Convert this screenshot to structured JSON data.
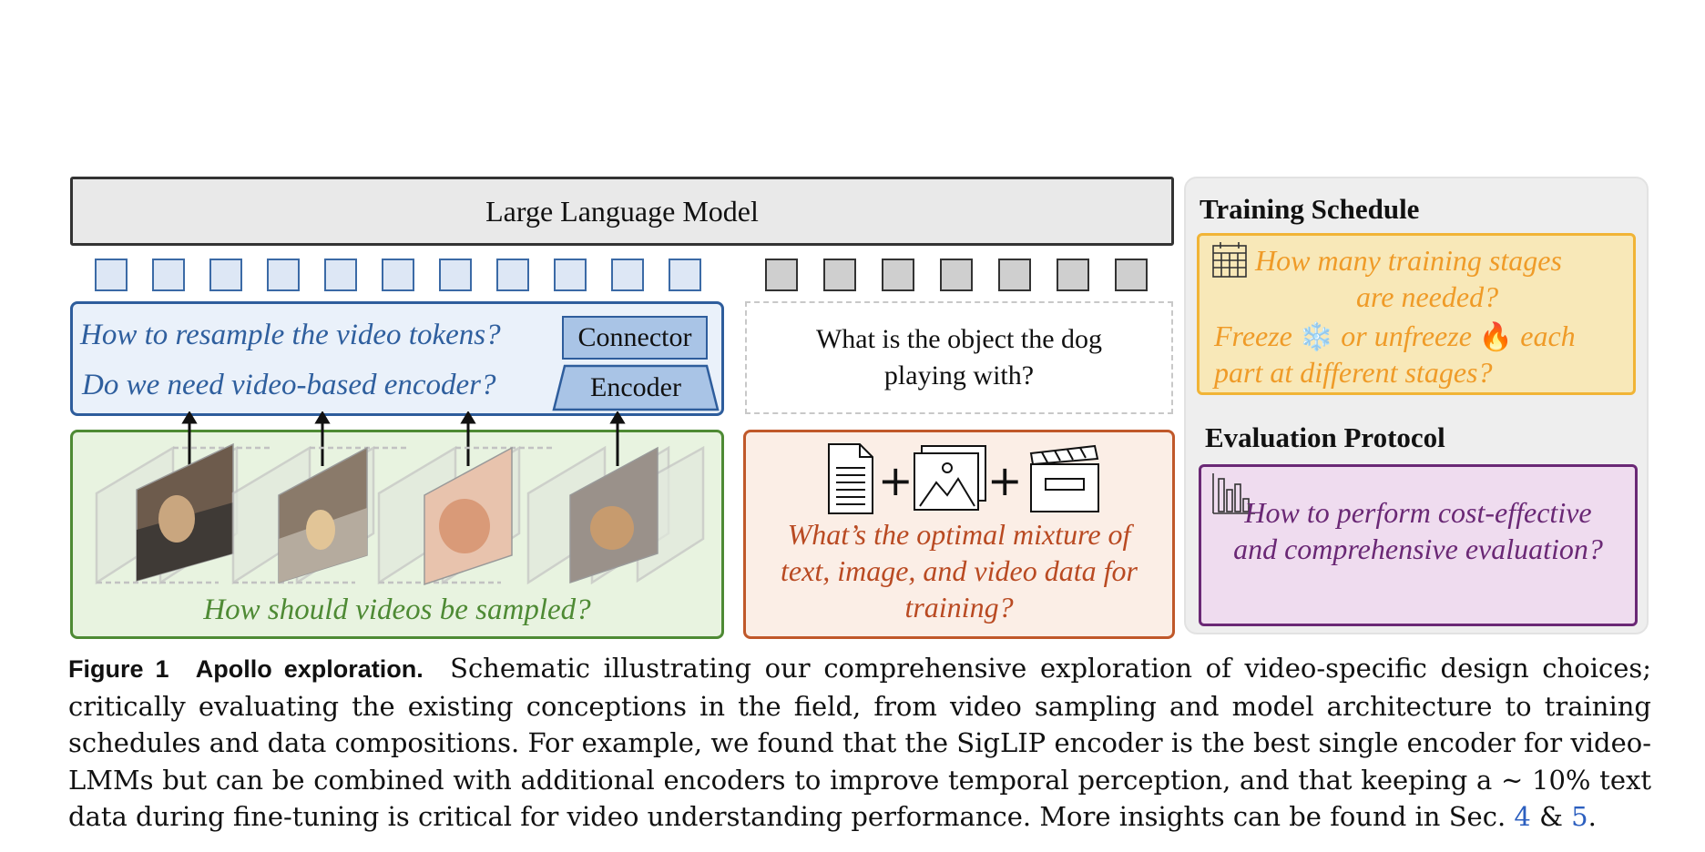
{
  "figure": {
    "llm_label": "Large Language Model",
    "connector_label": "Connector",
    "encoder_label": "Encoder",
    "question_resample": "How to resample the video tokens?",
    "question_encoder": "Do we need video-based encoder?",
    "text_query": "What is the object the dog playing with?",
    "question_sampling": "How should videos be sampled?",
    "question_mixture": "What’s the optimal mixture of text, image, and video data for training?",
    "training_schedule": {
      "title": "Training Schedule",
      "q1_line1": "How many training stages",
      "q1_line2": "are needed?",
      "q2_freeze": "Freeze",
      "q2_snow": "❄️",
      "q2_unfreeze": "or unfreeze",
      "q2_fire": "🔥",
      "q2_each": "each",
      "q2_line2": "part at different stages?"
    },
    "evaluation_protocol": {
      "title": "Evaluation Protocol",
      "question": "How to perform cost-effective and comprehensive evaluation?"
    },
    "colors": {
      "blue": "#2f5f9e",
      "green": "#4e8a34",
      "orange": "#c0582a",
      "yellow": "#f1b436",
      "purple": "#6a2875"
    }
  },
  "caption": {
    "label": "Figure 1",
    "title": "Apollo exploration.",
    "body": "Schematic illustrating our comprehensive exploration of video-specific design choices; critically evaluating the existing conceptions in the field, from video sampling and model architecture to training schedules and data compositions. For example, we found that the SigLIP encoder is the best single encoder for video-LMMs but can be combined with additional encoders to improve temporal perception, and that keeping a ∼ 10% text data during fine-tuning is critical for video understanding performance. More insights can be found in Sec.",
    "ref1": "4",
    "amp": "&",
    "ref2": "5",
    "end": "."
  }
}
